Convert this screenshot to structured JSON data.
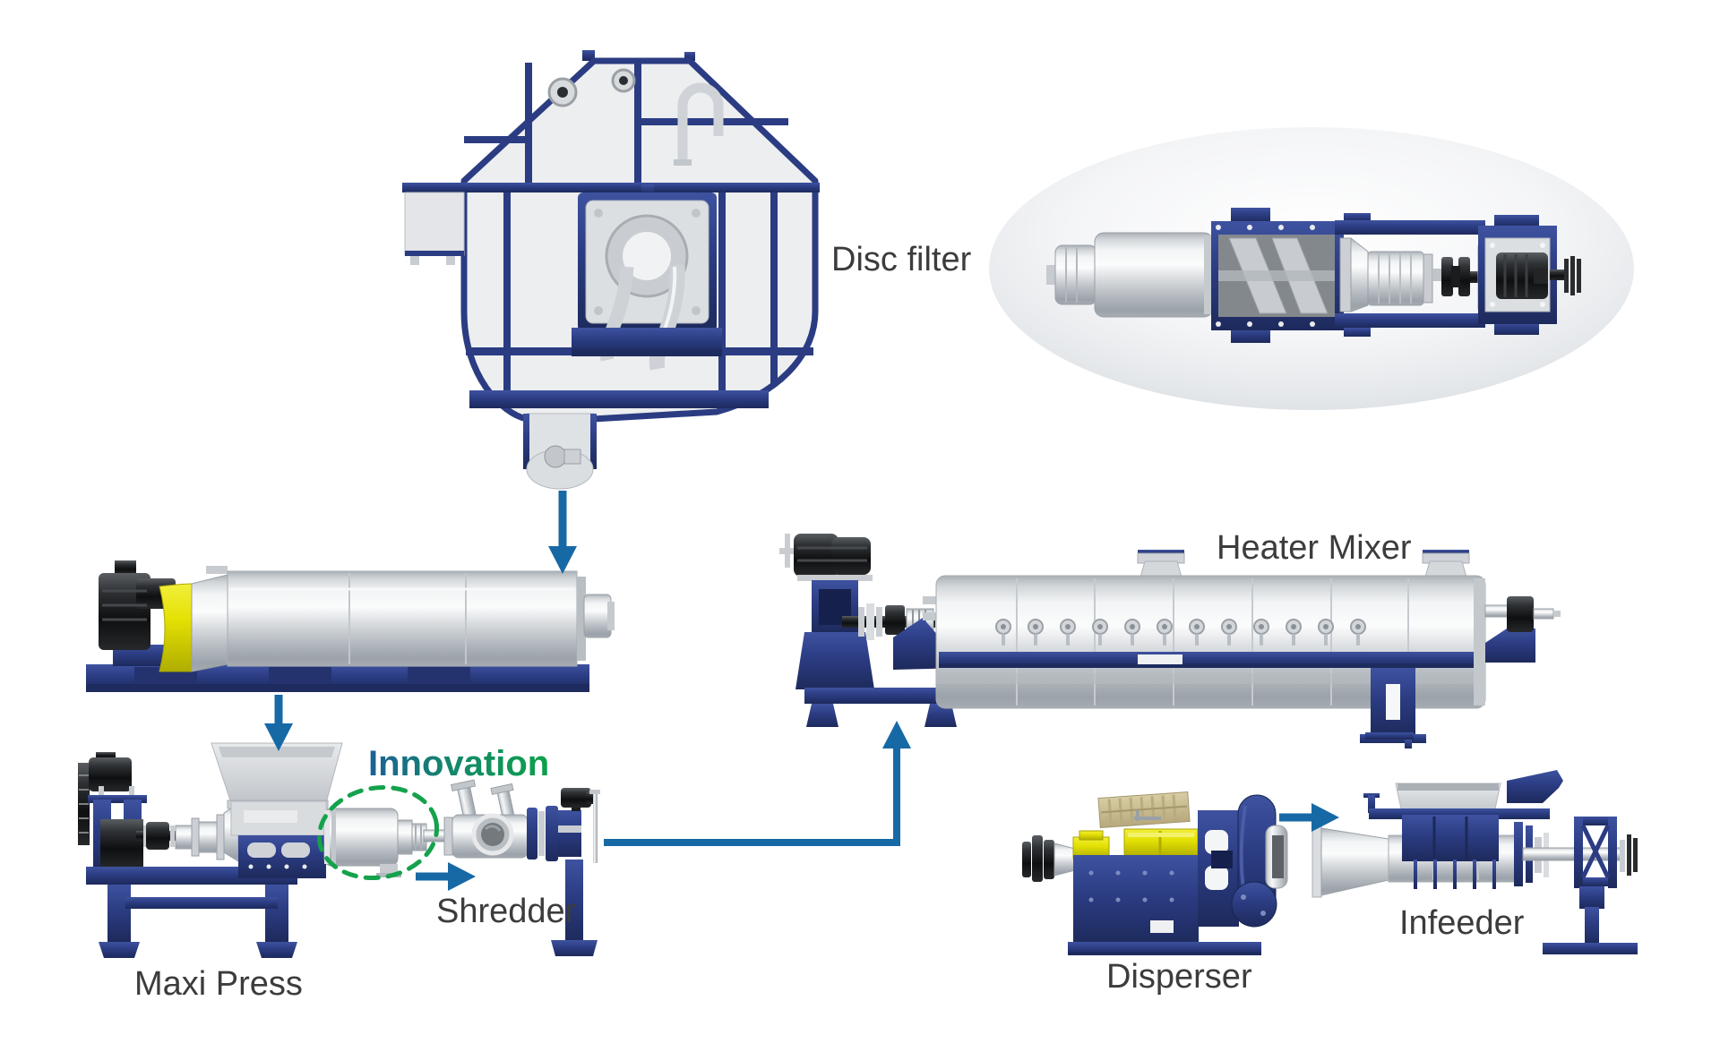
{
  "labels": {
    "disc_filter": "Disc filter",
    "heater_mixer": "Heater Mixer",
    "innovation": "Innovation",
    "shredder": "Shredder",
    "maxi_press": "Maxi Press",
    "disperser": "Disperser",
    "infeeder": "Infeeder"
  },
  "flow": {
    "arrows": [
      {
        "from": "disc-filter",
        "to": "press-drum"
      },
      {
        "from": "press-drum",
        "to": "maxi-press"
      },
      {
        "from": "innovation-section",
        "to": "shredder"
      },
      {
        "from": "shredder",
        "to": "heater-mixer"
      },
      {
        "from": "disperser",
        "to": "infeeder"
      }
    ]
  },
  "colors": {
    "machine_navy": "#2c3d85",
    "flow_arrow_blue": "#1769a6",
    "innovation_green": "#0da04a",
    "innovation_blue": "#1c6095",
    "accent_yellow": "#e4e104",
    "label_text": "#3c3c3c",
    "background": "#ffffff"
  }
}
